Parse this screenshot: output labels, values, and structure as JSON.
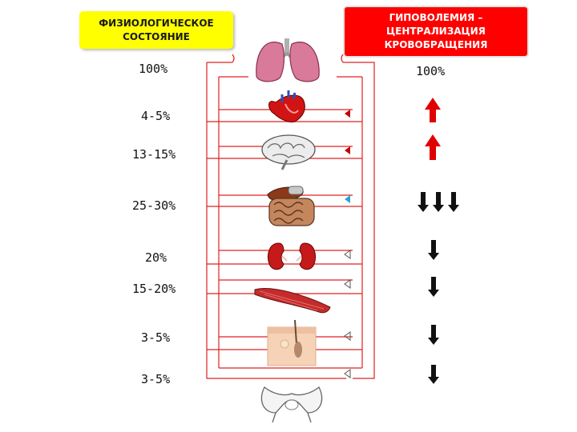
{
  "left_header": {
    "line1": "ФИЗИОЛОГИЧЕСКОЕ",
    "line2": "СОСТОЯНИЕ"
  },
  "right_header": {
    "line1": "ГИПОВОЛЕМИЯ –",
    "line2": "ЦЕНТРАЛИЗАЦИЯ",
    "line3": "КРОВОБРАЩЕНИЯ"
  },
  "organs": [
    {
      "name": "lungs",
      "physiological": "100%",
      "hypovolemia": "100%",
      "change": "none"
    },
    {
      "name": "heart",
      "physiological": "4-5%",
      "change": "up"
    },
    {
      "name": "brain",
      "physiological": "13-15%",
      "change": "up"
    },
    {
      "name": "intestines",
      "physiological": "25-30%",
      "change": "triple-down"
    },
    {
      "name": "kidneys",
      "physiological": "20%",
      "change": "down"
    },
    {
      "name": "muscle",
      "physiological": "15-20%",
      "change": "down"
    },
    {
      "name": "skin",
      "physiological": "3-5%",
      "change": "down"
    },
    {
      "name": "bone",
      "physiological": "3-5%",
      "change": "down"
    }
  ],
  "colors": {
    "vessel": "#e02020",
    "left_box": "#ffff00",
    "right_box": "#ff0000",
    "up_arrow": "#e00000",
    "down_arrow": "#111111"
  }
}
